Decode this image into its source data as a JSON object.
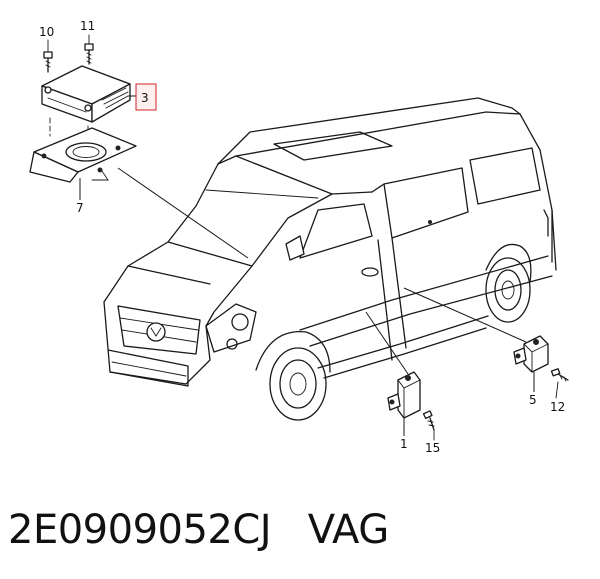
{
  "callouts": {
    "n1": "1",
    "n3": "3",
    "n5": "5",
    "n7": "7",
    "n10": "10",
    "n11": "11",
    "n12": "12",
    "n15": "15"
  },
  "highlight_color": "#d2202a",
  "caption": {
    "part_number": "2E0909052CJ",
    "brand": "VAG"
  }
}
